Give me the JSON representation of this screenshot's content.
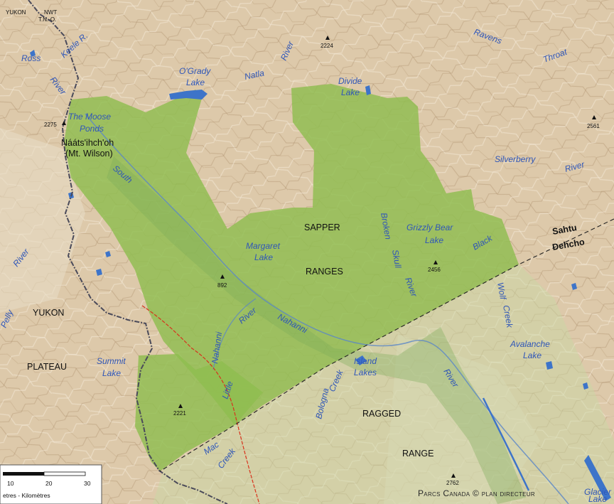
{
  "colors": {
    "terrain_base": "#ddc9aa",
    "park_fill": "#8fbd4f",
    "water": "#3d74c9",
    "road": "#d8321c",
    "label_water": "#2f56b8"
  },
  "map": {
    "top_left": {
      "territory": "YUKON",
      "territory2": "NWT",
      "territory3": "T.N.-O."
    },
    "regions": [
      "YUKON",
      "PLATEAU",
      "SAPPER",
      "RANGES",
      "RAGGED",
      "RANGE"
    ],
    "water_labels": [
      "Keele R.",
      "Ross",
      "River",
      "O'Grady",
      "Lake",
      "Natla",
      "River",
      "Ravens",
      "Throat",
      "Divide",
      "Lake",
      "The Moose",
      "Ponds",
      "South",
      "Silverberry",
      "River",
      "Margaret",
      "Lake",
      "Broken",
      "Skull",
      "River",
      "Grizzly Bear",
      "Lake",
      "Black",
      "River",
      "Nahanni",
      "River",
      "Wolf",
      "Creek",
      "Avalanche",
      "Lake",
      "Pelly",
      "Summit",
      "Lake",
      "Little",
      "Nahanni",
      "Island",
      "Lakes",
      "Bologna",
      "Creek",
      "River",
      "Mac",
      "Creek",
      "Glacier",
      "Lake"
    ],
    "peak_name": "Nááts'ihch'oh",
    "peak_name2": "(Mt. Wilson)",
    "elevations": [
      "2224",
      "2275",
      "2561",
      "2456",
      "892",
      "2221",
      "2762"
    ],
    "boundary_labels": [
      "Sahtu",
      "Dehcho"
    ],
    "scale": {
      "ticks": [
        "10",
        "20",
        "30"
      ],
      "units": "etres - Kilomètres"
    },
    "credit": "Parcs Canada © plan directeur"
  }
}
